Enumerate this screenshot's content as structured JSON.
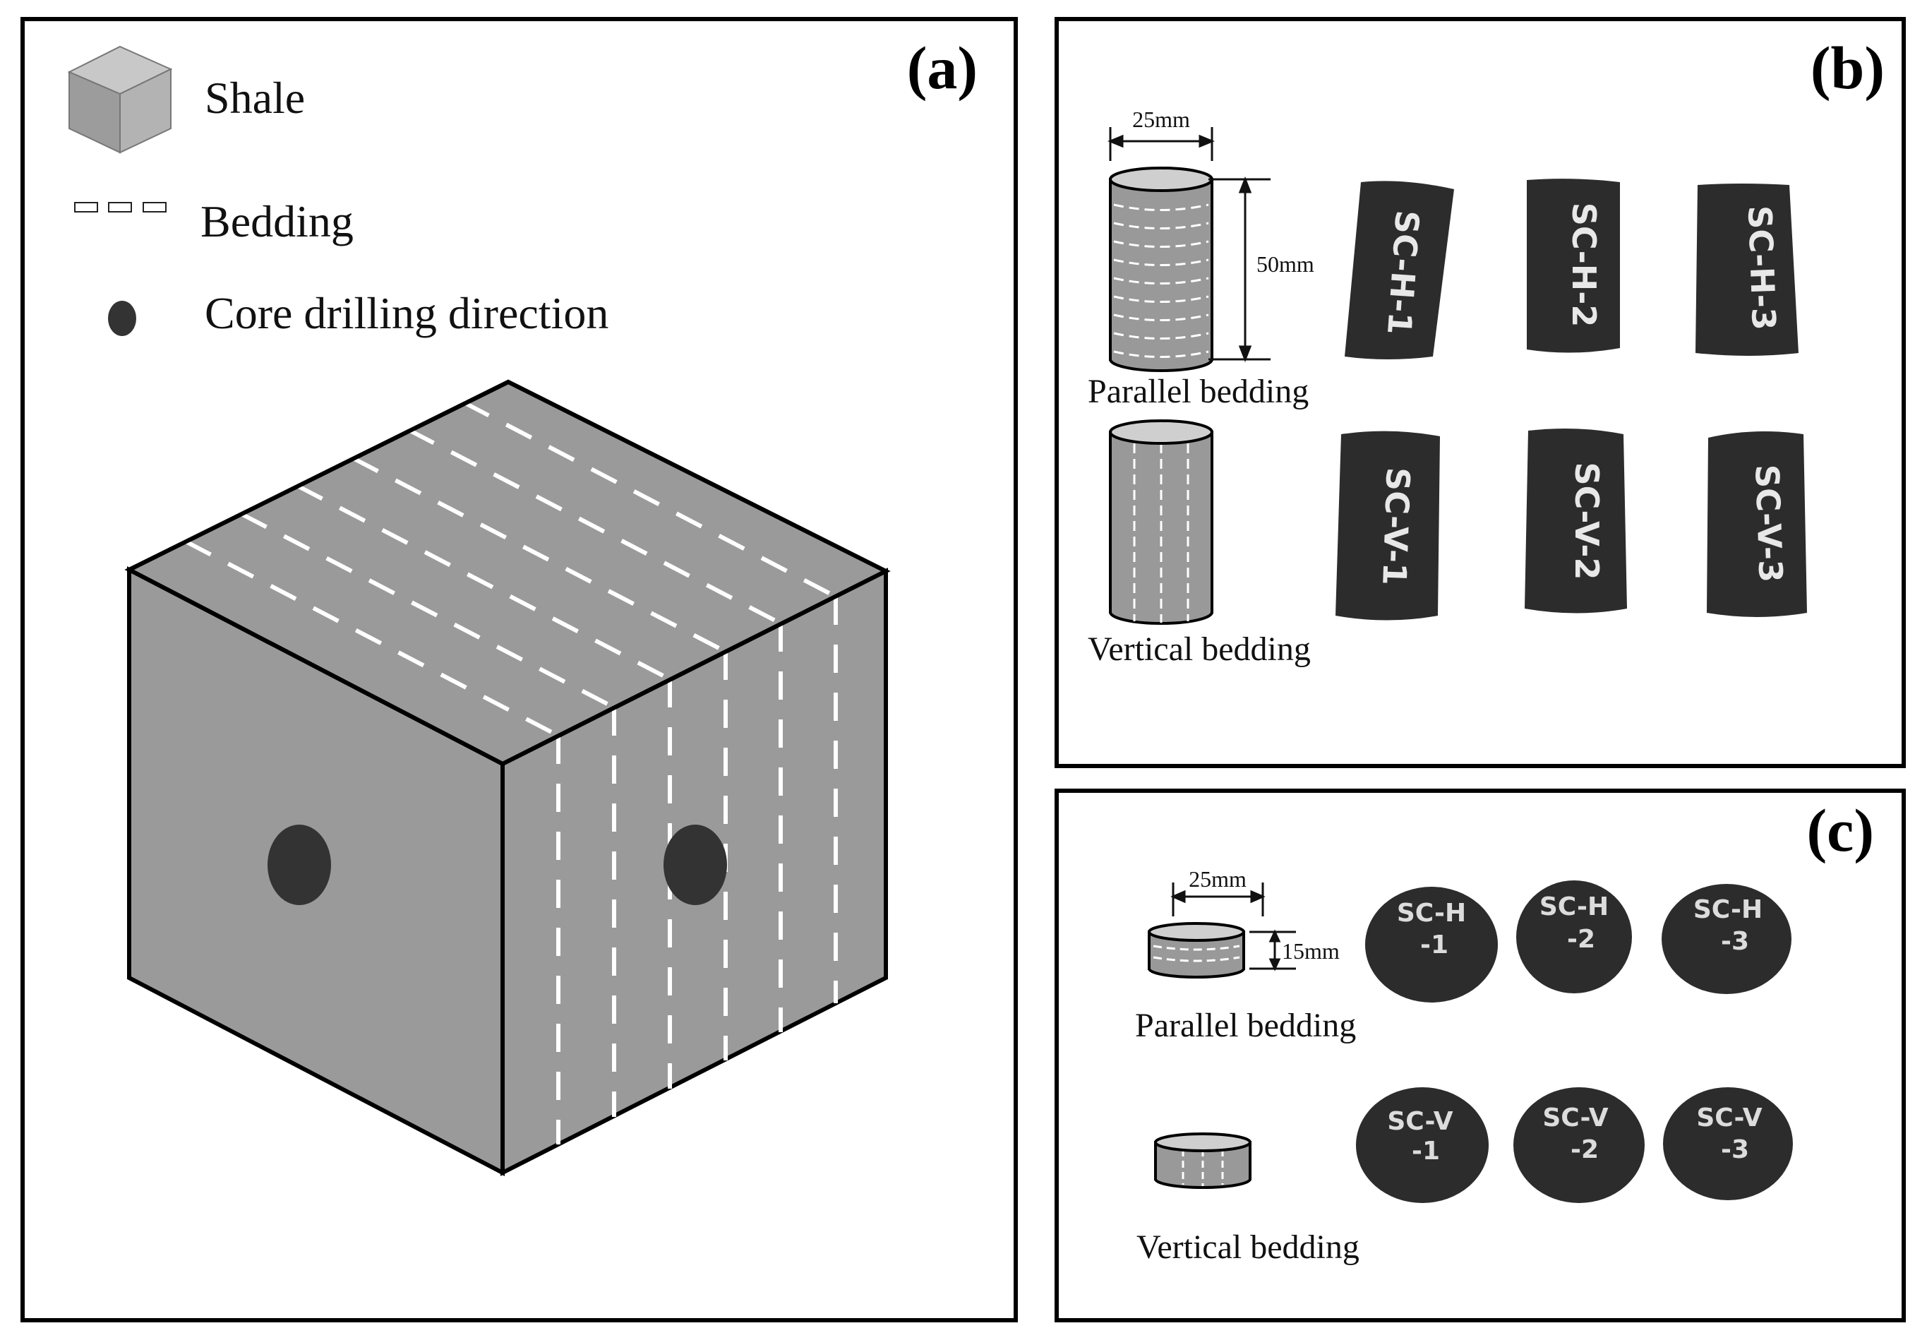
{
  "panels": {
    "a": {
      "label": "(a)"
    },
    "b": {
      "label": "(b)"
    },
    "c": {
      "label": "(c)"
    }
  },
  "legend": {
    "shale": "Shale",
    "bedding": "Bedding",
    "core_direction": "Core drilling direction"
  },
  "panel_b": {
    "diameter": "25mm",
    "height": "50mm",
    "parallel_caption": "Parallel bedding",
    "vertical_caption": "Vertical bedding",
    "parallel_samples": [
      "SC-H-1",
      "SC-H-2",
      "SC-H-3"
    ],
    "vertical_samples": [
      "SC-V-1",
      "SC-V-2",
      "SC-V-3"
    ]
  },
  "panel_c": {
    "diameter": "25mm",
    "height": "15mm",
    "parallel_caption": "Parallel bedding",
    "vertical_caption": "Vertical bedding",
    "parallel_samples": [
      {
        "top": "SC-H",
        "bottom": "-1"
      },
      {
        "top": "SC-H",
        "bottom": "-2"
      },
      {
        "top": "SC-H",
        "bottom": "-3"
      }
    ],
    "vertical_samples": [
      {
        "top": "SC-V",
        "bottom": "-1"
      },
      {
        "top": "SC-V",
        "bottom": "-2"
      },
      {
        "top": "SC-V",
        "bottom": "-3"
      }
    ]
  },
  "colors": {
    "shale_gray": "#999999",
    "specimen_black": "#2c2c2c",
    "core_dot": "#333333"
  }
}
